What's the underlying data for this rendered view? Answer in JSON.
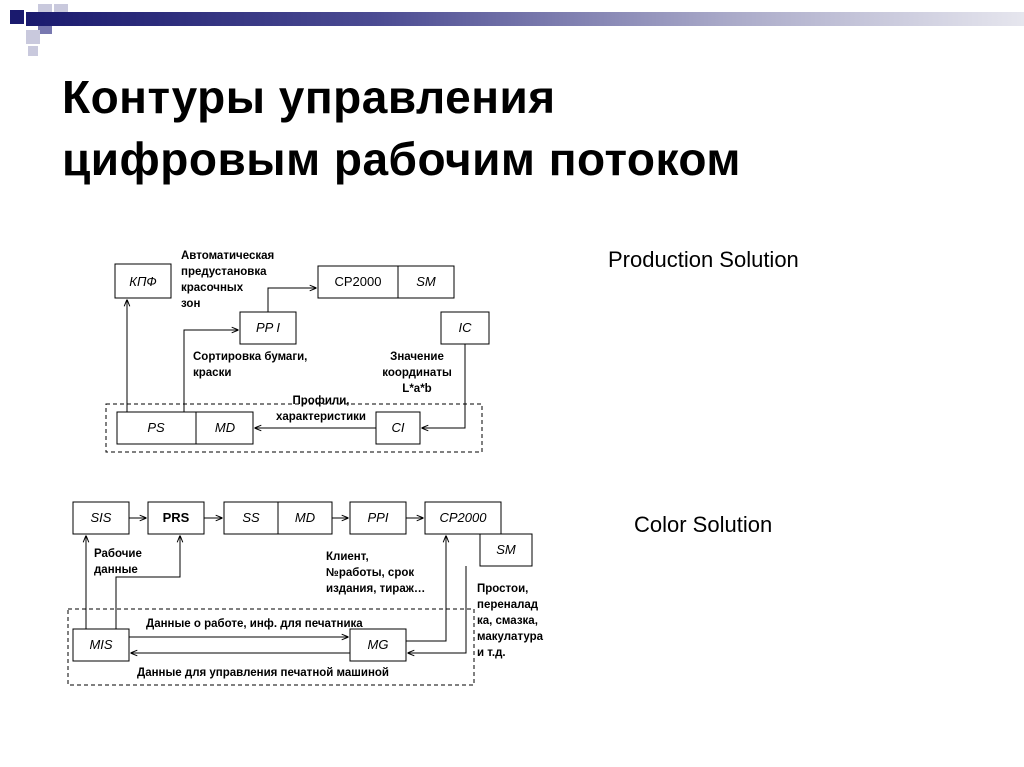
{
  "slide": {
    "title_line1": "Контуры управления",
    "title_line2": "цифровым рабочим потоком",
    "production_label": "Production Solution",
    "color_label": "Color Solution"
  },
  "diagram1": {
    "boxes": {
      "kpf": "КПФ",
      "cp2000": "CP2000",
      "sm": "SM",
      "ppi": "PP I",
      "ic": "IC",
      "ps": "PS",
      "md": "MD",
      "ci": "CI"
    },
    "labels": {
      "auto_preset": [
        "Автоматическая",
        "предустановка",
        "красочных",
        "зон"
      ],
      "paper_sort": [
        "Сортировка бумаги,",
        "краски"
      ],
      "coord_value": [
        "Значение",
        "координаты",
        "L*a*b"
      ],
      "profiles": [
        "Профили,",
        "характеристики"
      ]
    }
  },
  "diagram2": {
    "boxes": {
      "sis": "SIS",
      "prs": "PRS",
      "ss": "SS",
      "md": "MD",
      "ppi": "PPI",
      "cp2000": "CP2000",
      "sm": "SM",
      "mis": "MIS",
      "mg": "MG"
    },
    "labels": {
      "work_data": [
        "Рабочие",
        "данные"
      ],
      "client": [
        "Клиент,",
        "№работы, срок",
        "издания, тираж…"
      ],
      "downtime": [
        "Простои,",
        "переналад",
        "ка, смазка,",
        "макулатура",
        "и т.д."
      ],
      "job_data": "Данные о работе, инф. для печатника",
      "press_control": "Данные для управления печатной машиной"
    }
  },
  "colors": {
    "accent_dark": "#1a1a6e",
    "accent_mid": "#7878b0"
  }
}
